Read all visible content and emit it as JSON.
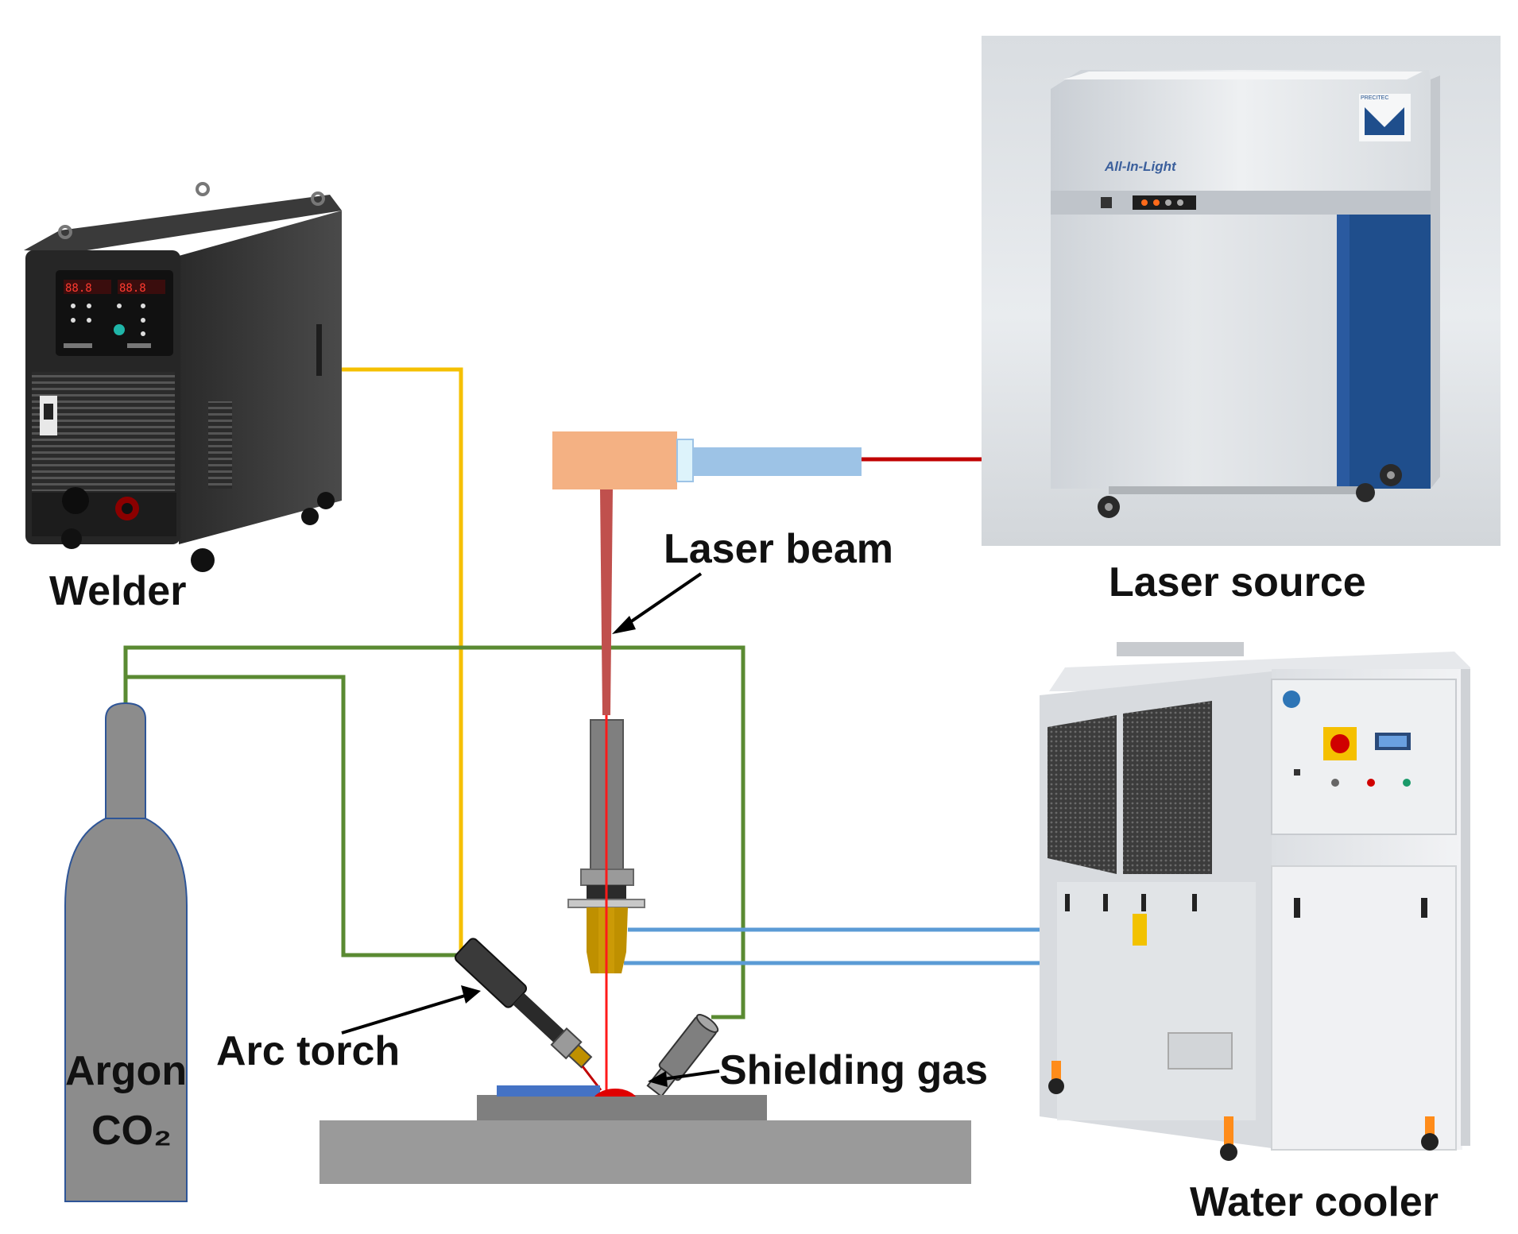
{
  "labels": {
    "welder": "Welder",
    "laser_source": "Laser source",
    "laser_beam": "Laser beam",
    "arc_torch": "Arc  torch",
    "shielding_gas": "Shielding gas",
    "argon": "Argon",
    "co2": "CO₂",
    "water_cooler": "Water cooler"
  },
  "device_text": {
    "laser_brand": "All-In-Light"
  },
  "colors": {
    "power_cable": "#f5c000",
    "gas_line": "#5a8a32",
    "laser_fiber": "#c00000",
    "coolant_line": "#5b9bd5",
    "laser_beam": "#c0504d",
    "laser_head": "#f4b183",
    "collimator": "#9dc3e6",
    "cylinder": "#8c8c8c",
    "base_plate": "#9a9a9a",
    "nozzle": "#bf9000",
    "weld_pool": "#e00000",
    "workpiece_blue": "#4472c4",
    "laser_cabinet_blue": "#1f4e8c"
  }
}
